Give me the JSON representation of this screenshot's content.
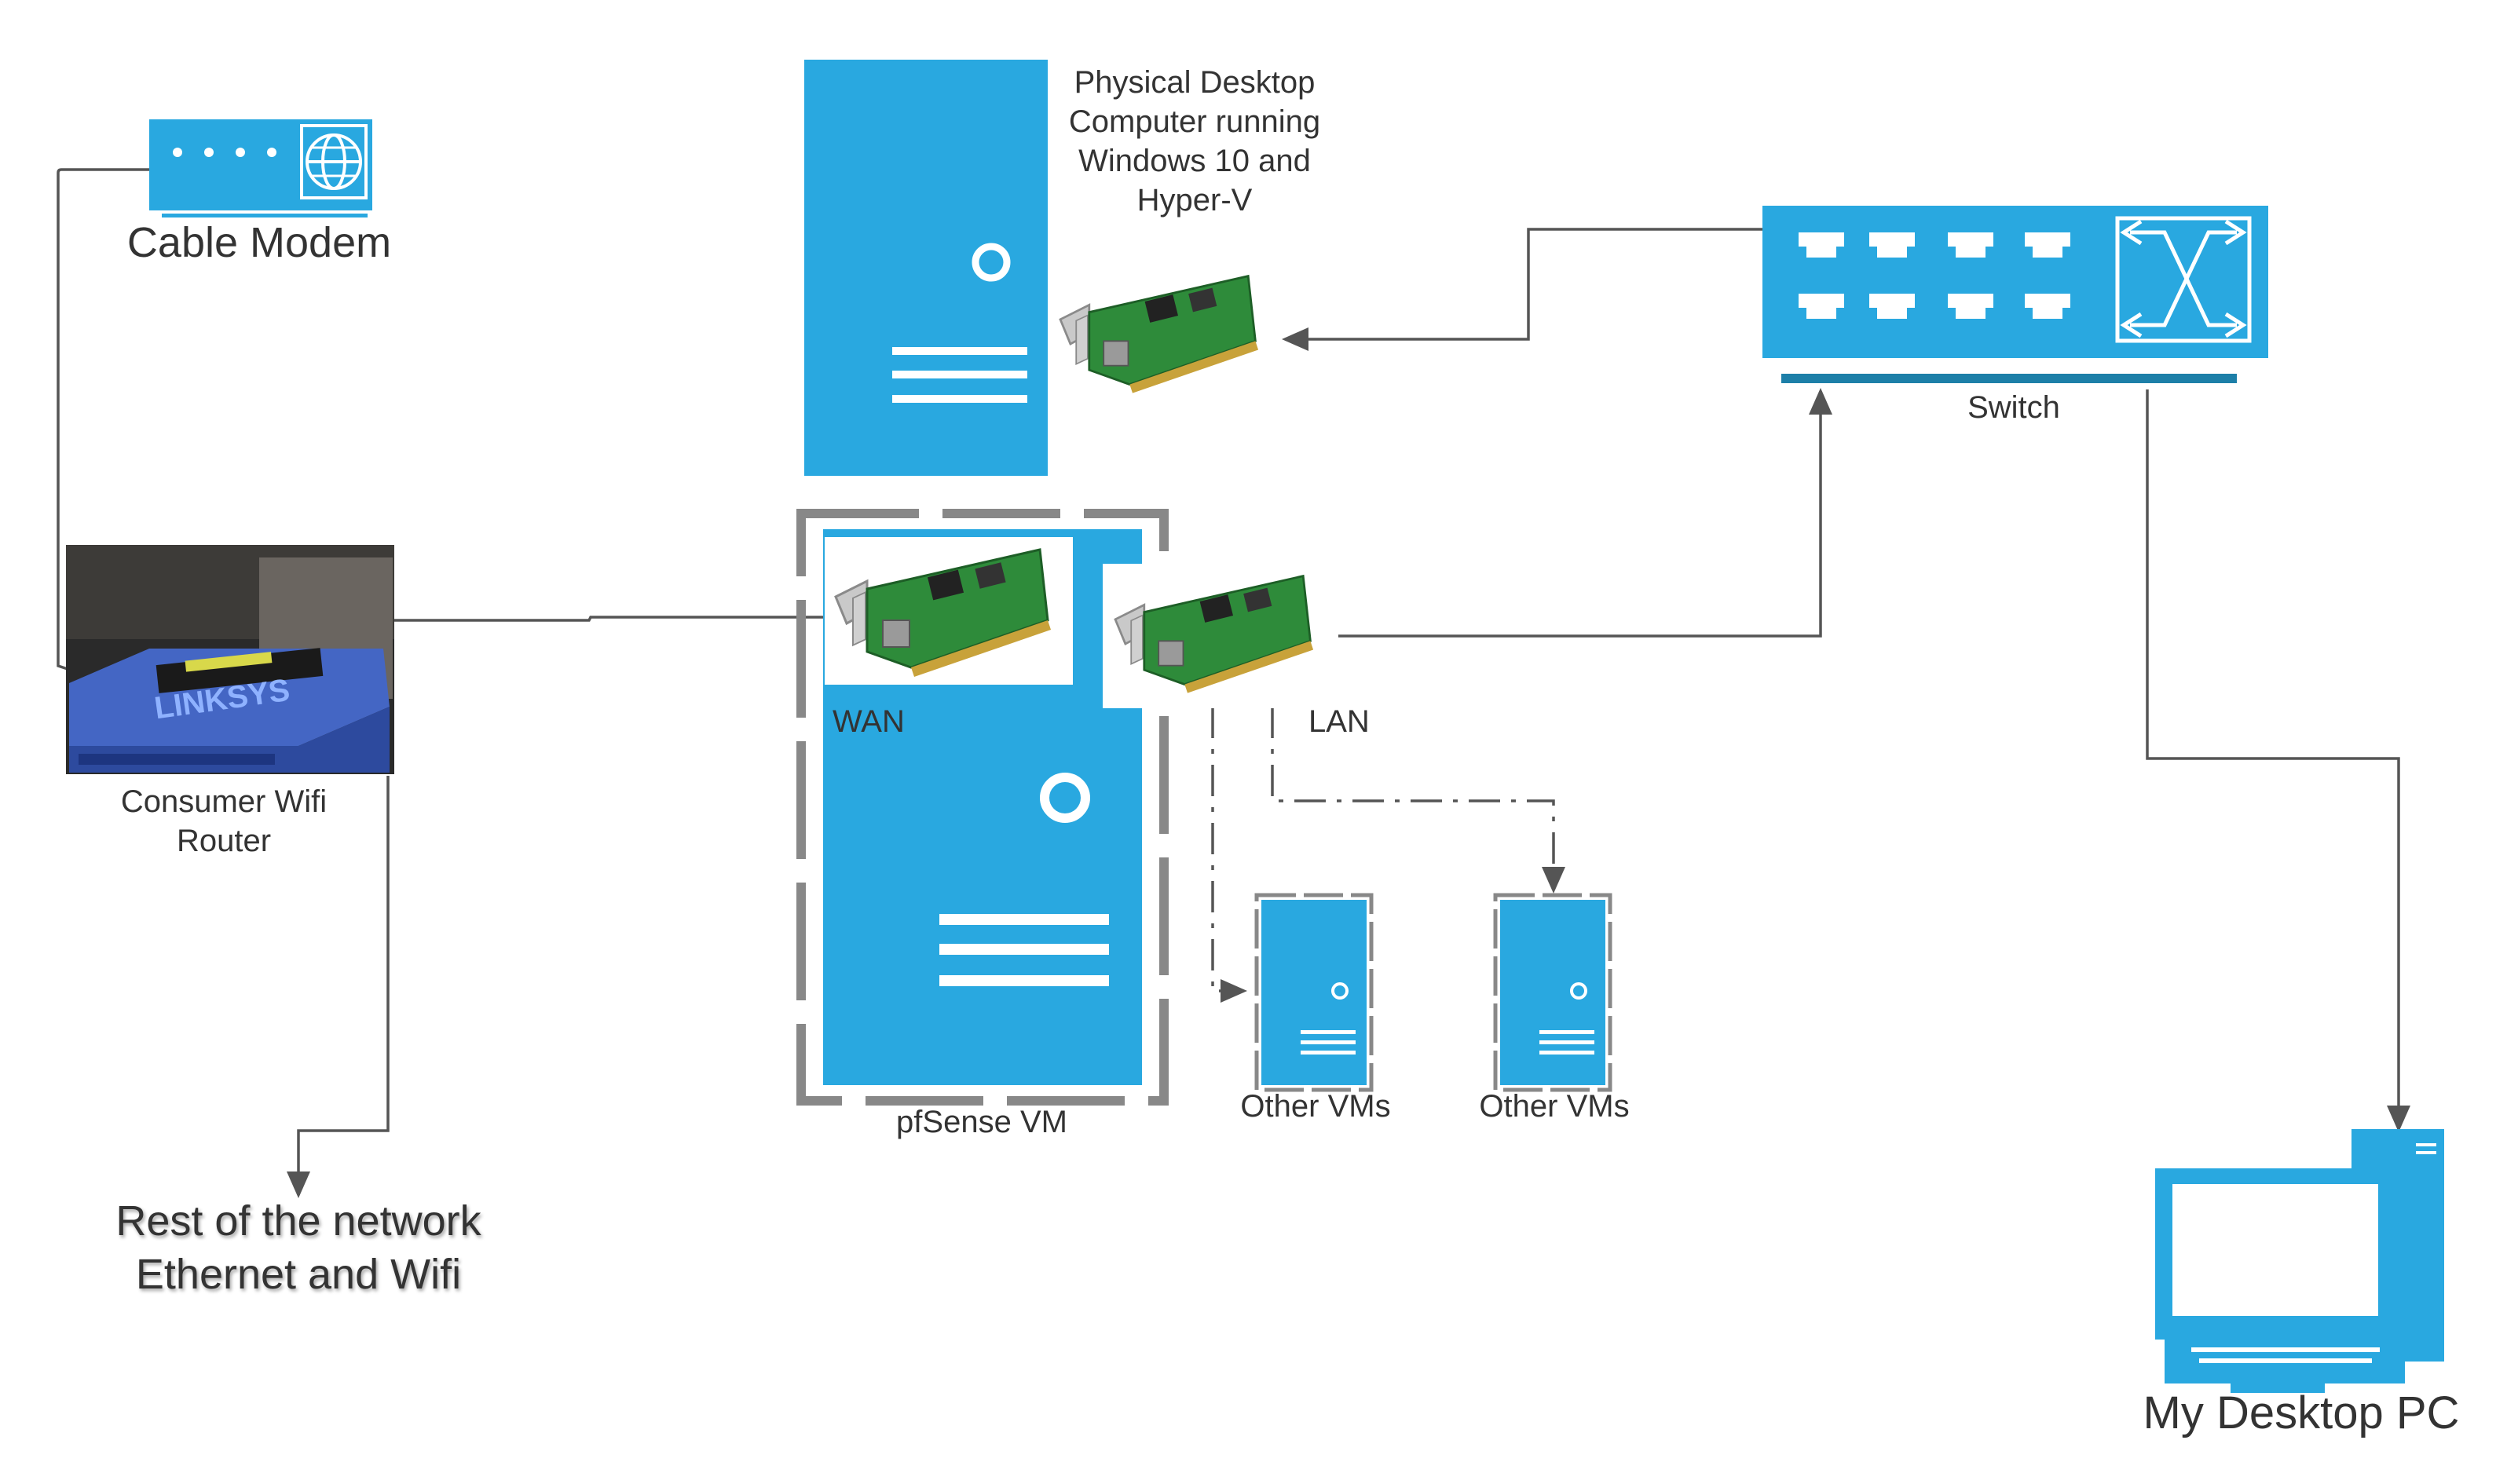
{
  "colors": {
    "accent": "#29a8e0",
    "line": "#555555",
    "label": "#333333",
    "nic_board": "#2e8b3a",
    "router_body": "#3f5fb8"
  },
  "nodes": {
    "cable_modem": {
      "label": "Cable Modem",
      "icon": "cable-modem-icon"
    },
    "router": {
      "label_line1": "Consumer Wifi",
      "label_line2": "Router",
      "icon": "linksys-router-photo",
      "brand_text": "LINKSYS"
    },
    "physical_desktop": {
      "label_line1": "Physical Desktop",
      "label_line2": "Computer running",
      "label_line3": "Windows 10 and",
      "label_line4": "Hyper-V",
      "icon": "server-tower-icon"
    },
    "pfsense_vm": {
      "label": "pfSense VM",
      "icon": "server-tower-icon"
    },
    "wan_nic": {
      "label": "WAN",
      "icon": "network-card-icon"
    },
    "lan_nic": {
      "label": "LAN",
      "icon": "network-card-icon"
    },
    "switch": {
      "label": "Switch",
      "icon": "network-switch-icon"
    },
    "other_vm_1": {
      "label": "Other VMs",
      "icon": "server-tower-icon"
    },
    "other_vm_2": {
      "label": "Other VMs",
      "icon": "server-tower-icon"
    },
    "rest_of_network": {
      "label_line1": "Rest of the network",
      "label_line2": "Ethernet and Wifi"
    },
    "my_desktop": {
      "label": "My Desktop PC",
      "icon": "desktop-computer-icon"
    }
  },
  "edges": [
    {
      "from": "cable_modem",
      "to": "router",
      "style": "solid"
    },
    {
      "from": "router",
      "to": "wan_nic",
      "style": "solid-arrow"
    },
    {
      "from": "router",
      "to": "rest_of_network",
      "style": "solid-arrow"
    },
    {
      "from": "lan_nic",
      "to": "switch",
      "style": "solid-arrow"
    },
    {
      "from": "switch",
      "to": "physical_desktop",
      "style": "solid-arrow"
    },
    {
      "from": "switch",
      "to": "my_desktop",
      "style": "solid-arrow"
    },
    {
      "from": "lan_nic",
      "to": "other_vm_1",
      "style": "dash-dot-arrow"
    },
    {
      "from": "lan_nic",
      "to": "other_vm_2",
      "style": "dash-dot-arrow"
    }
  ]
}
